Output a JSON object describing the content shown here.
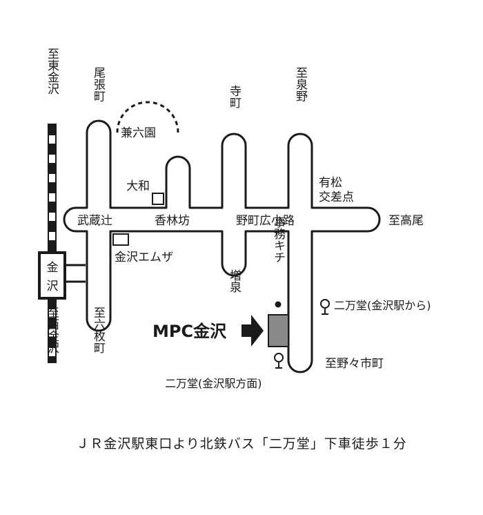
{
  "map": {
    "railway": {
      "to_north": "至東金沢",
      "station": "金沢",
      "to_south": "至西金沢"
    },
    "roads": {
      "to_owari": "尾張町",
      "to_teramachi": "寺町",
      "to_izumino": "至泉野",
      "to_takao": "至高尾",
      "to_rokumai": "至六枚町",
      "to_nonoichi": "至野々市町",
      "masuizumi": "増泉"
    },
    "intersections": {
      "musashigatsuji": "武蔵辻",
      "korinbo": "香林坊",
      "nomachi": "野町広小路",
      "arimatsu_line1": "有松",
      "arimatsu_line2": "交差点"
    },
    "landmarks": {
      "kenrokuen": "兼六園",
      "daiwa": "大和",
      "emuza": "金沢エムザ",
      "jimu_kichi": "事務キチ"
    },
    "bus_stops": {
      "from_station": "二万堂(金沢駅から)",
      "to_station": "二万堂(金沢駅方面)"
    },
    "destination": {
      "label": "MPC金沢",
      "building_color": "#8a8a8a"
    }
  },
  "caption": "ＪＲ金沢駅東口より北鉄バス「二万堂」下車徒歩１分"
}
